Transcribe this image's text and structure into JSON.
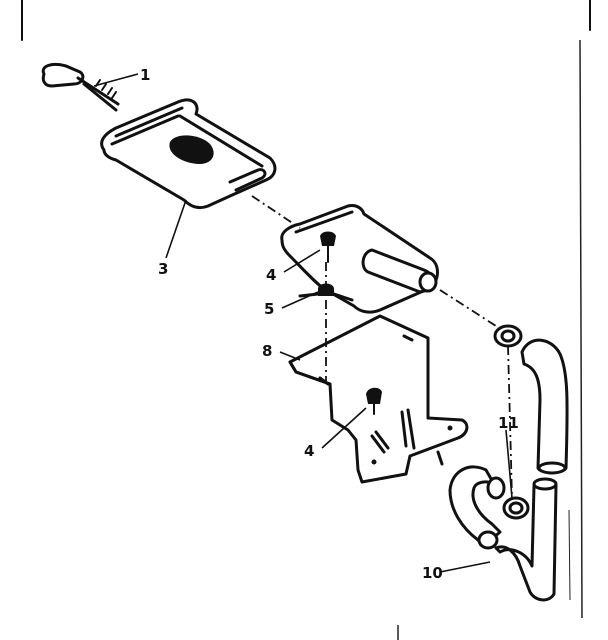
{
  "diagram": {
    "callouts": [
      {
        "id": "1",
        "text": "1"
      },
      {
        "id": "3",
        "text": "3"
      },
      {
        "id": "4a",
        "text": "4"
      },
      {
        "id": "5",
        "text": "5"
      },
      {
        "id": "8",
        "text": "8"
      },
      {
        "id": "4b",
        "text": "4"
      },
      {
        "id": "11",
        "text": "11"
      },
      {
        "id": "10",
        "text": "10"
      }
    ]
  }
}
